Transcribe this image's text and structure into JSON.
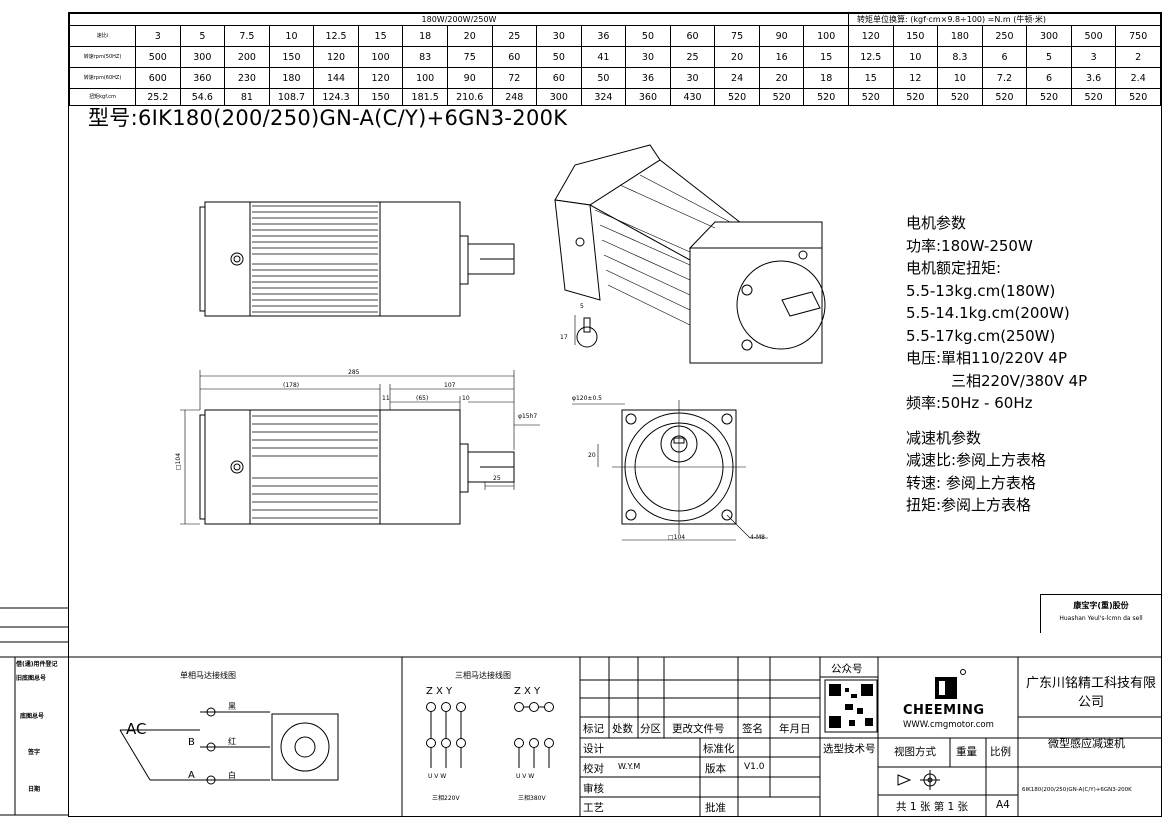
{
  "spec_table": {
    "header_title": "180W/200W/250W",
    "header_unit": "转矩单位换算: (kgf·cm×9.8÷100) =N.m (牛顿·米)",
    "rows": [
      {
        "label": "速比i",
        "values": [
          "3",
          "5",
          "7.5",
          "10",
          "12.5",
          "15",
          "18",
          "20",
          "25",
          "30",
          "36",
          "50",
          "60",
          "75",
          "90",
          "100",
          "120",
          "150",
          "180",
          "250",
          "300",
          "500",
          "750"
        ]
      },
      {
        "label": "转速rpm(50HZ)",
        "values": [
          "500",
          "300",
          "200",
          "150",
          "120",
          "100",
          "83",
          "75",
          "60",
          "50",
          "41",
          "30",
          "25",
          "20",
          "16",
          "15",
          "12.5",
          "10",
          "8.3",
          "6",
          "5",
          "3",
          "2"
        ]
      },
      {
        "label": "转速rpm(60HZ)",
        "values": [
          "600",
          "360",
          "230",
          "180",
          "144",
          "120",
          "100",
          "90",
          "72",
          "60",
          "50",
          "36",
          "30",
          "24",
          "20",
          "18",
          "15",
          "12",
          "10",
          "7.2",
          "6",
          "3.6",
          "2.4"
        ]
      },
      {
        "label": "扭矩kgf.cm",
        "values": [
          "25.2",
          "54.6",
          "81",
          "108.7",
          "124.3",
          "150",
          "181.5",
          "210.6",
          "248",
          "300",
          "324",
          "360",
          "430",
          "520",
          "520",
          "520",
          "520",
          "520",
          "520",
          "520",
          "520",
          "520",
          "520"
        ]
      }
    ]
  },
  "model": "型号:6IK180(200/250)GN-A(C/Y)+6GN3-200K",
  "motor_params": {
    "title": "电机参数",
    "power": "功率:180W-250W",
    "torque_title": "电机额定扭矩:",
    "torque_180": "5.5-13kg.cm(180W)",
    "torque_200": "5.5-14.1kg.cm(200W)",
    "torque_250": "5.5-17kg.cm(250W)",
    "voltage1": "电压:單相110/220V 4P",
    "voltage2": "三相220V/380V 4P",
    "frequency": "频率:50Hz - 60Hz"
  },
  "reducer_params": {
    "title": "减速机参数",
    "ratio": "减速比:参阅上方表格",
    "speed": "转速: 参阅上方表格",
    "torque": "扭矩:参阅上方表格"
  },
  "dimensions": {
    "total": "285",
    "motor": "(178)",
    "gear": "107",
    "gap": "11",
    "mid": "(65)",
    "shaft_len": "10",
    "key": "25",
    "shaft_dia": "φ15h7",
    "side": "□104",
    "flange": "φ120±0.5",
    "key_w": "5",
    "key_h": "17",
    "hole_dim": "20",
    "bottom_side": "□104",
    "holes": "4-M8"
  },
  "stamp": {
    "line1": "康宝字(重)股份",
    "line2": "Huashan Yeul's-lcmn da sell"
  },
  "left_strip": [
    "借(通)用件登记",
    "旧底图总号",
    "底图总号",
    "签字",
    "日期"
  ],
  "wiring": {
    "single_title": "单相马达接线图",
    "ac": "AC",
    "black": "黑",
    "red": "红",
    "white": "白",
    "b": "B",
    "a": "A",
    "three_title": "三相马达接线图",
    "zxy_1": "Z X Y",
    "zxy_2": "Z X Y",
    "uvw_1": "U  V  W",
    "uvw_2": "U  V  W",
    "v220": "三相220V",
    "v380": "三相380V"
  },
  "title_block": {
    "col_labels": [
      "标记",
      "处数",
      "分区",
      "更改文件号",
      "签名",
      "年月日"
    ],
    "design": "设计",
    "check": "校对",
    "check_name": "W.Y.M",
    "review": "审核",
    "craft": "工艺",
    "standard": "标准化",
    "version": "版本",
    "version_value": "V1.0",
    "approve": "批准",
    "wechat": "公众号",
    "selection": "选型技术号",
    "brand": "CHEEMING",
    "website": "WWW.cmgmotor.com",
    "view_mode": "视图方式",
    "weight": "重量",
    "scale": "比例",
    "sheets": "共 1 张 第 1 张",
    "paper": "A4",
    "company": "广东川铭精工科技有限公司",
    "product": "微型感应减速机",
    "model_small": "6IK180(200/250)GN-A(C/Y)+6GN3-200K"
  }
}
